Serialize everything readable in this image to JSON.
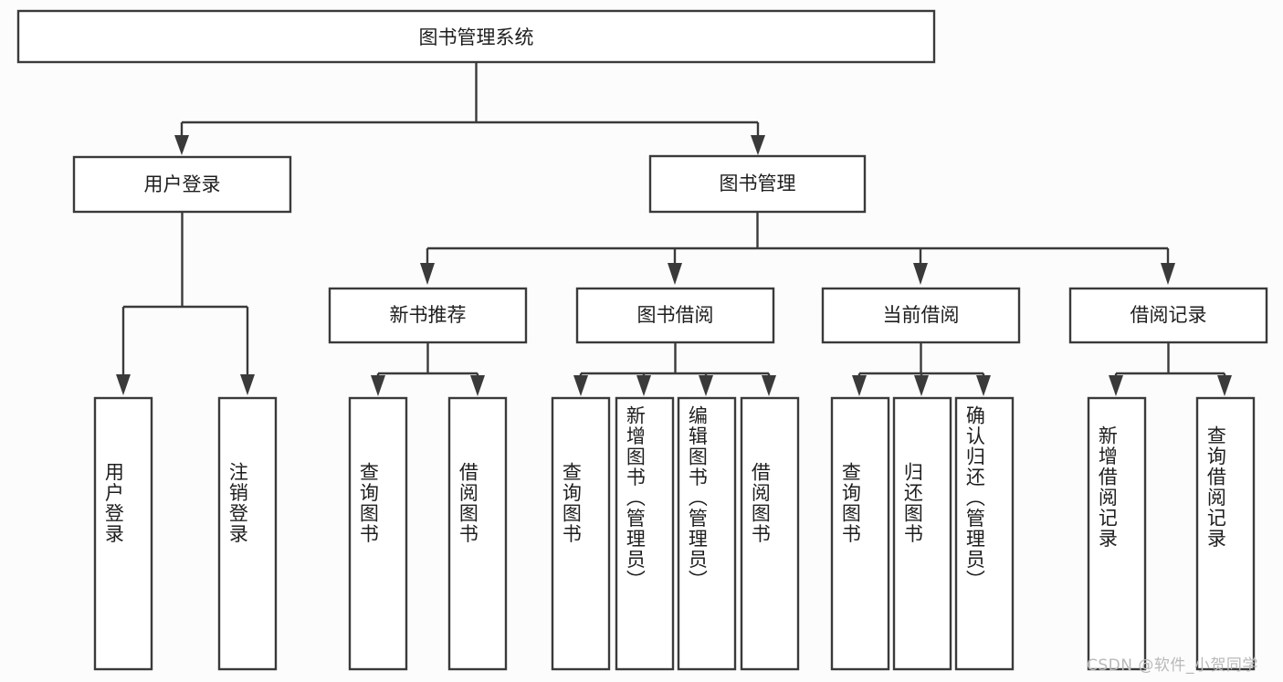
{
  "diagram": {
    "title": "图书管理系统",
    "type": "tree-structure-chart",
    "colors": {
      "background": "#fcfcfc",
      "box_fill": "#ffffff",
      "line": "#3a3a3a",
      "text": "#1e1e1e",
      "watermark": "#b9b9b9"
    },
    "root": {
      "label": "图书管理系统"
    },
    "level2": [
      {
        "id": "user-login",
        "label": "用户登录"
      },
      {
        "id": "book-manage",
        "label": "图书管理"
      }
    ],
    "level3": [
      {
        "id": "new-book-recommend",
        "label": "新书推荐"
      },
      {
        "id": "book-borrow",
        "label": "图书借阅"
      },
      {
        "id": "current-borrow",
        "label": "当前借阅"
      },
      {
        "id": "borrow-record",
        "label": "借阅记录"
      }
    ],
    "leaves": {
      "user-login": [
        {
          "id": "leaf-user-login",
          "label": "用户登录"
        },
        {
          "id": "leaf-logout-login",
          "label": "注销登录"
        }
      ],
      "new-book-recommend": [
        {
          "id": "leaf-query-book-1",
          "label": "查询图书"
        },
        {
          "id": "leaf-borrow-book-1",
          "label": "借阅图书"
        }
      ],
      "book-borrow": [
        {
          "id": "leaf-query-book-2",
          "label": "查询图书"
        },
        {
          "id": "leaf-add-book",
          "label": "新增图书（管理员）"
        },
        {
          "id": "leaf-edit-book",
          "label": "编辑图书（管理员）"
        },
        {
          "id": "leaf-borrow-book-2",
          "label": "借阅图书"
        }
      ],
      "current-borrow": [
        {
          "id": "leaf-query-book-3",
          "label": "查询图书"
        },
        {
          "id": "leaf-return-book",
          "label": "归还图书"
        },
        {
          "id": "leaf-confirm-return",
          "label": "确认归还（管理员）"
        }
      ],
      "borrow-record": [
        {
          "id": "leaf-add-record",
          "label": "新增借阅记录"
        },
        {
          "id": "leaf-query-record",
          "label": "查询借阅记录"
        }
      ]
    },
    "watermark": "CSDN @软件_小贺同学"
  }
}
